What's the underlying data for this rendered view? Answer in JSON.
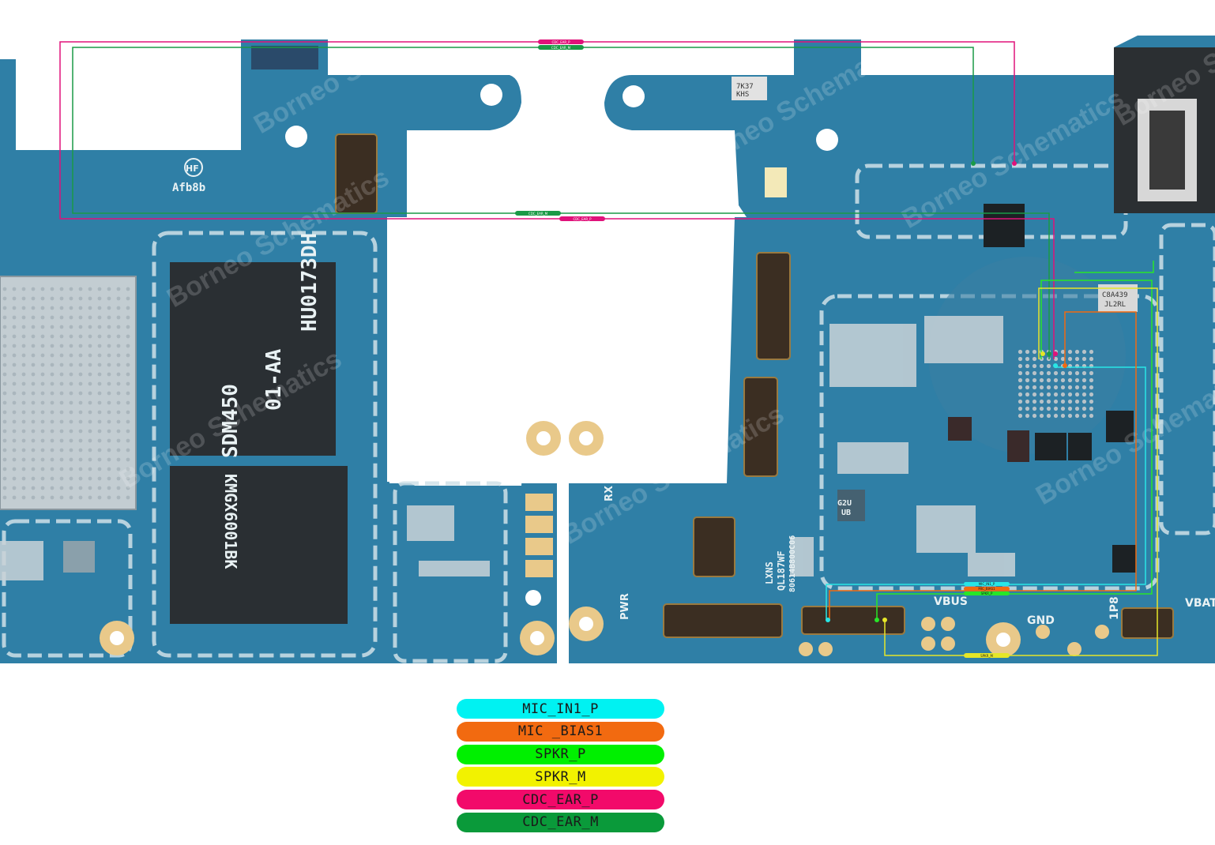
{
  "legend": [
    {
      "label": "MIC_IN1_P",
      "color": "#00f2f2"
    },
    {
      "label": "MIC _BIAS1",
      "color": "#f26a10"
    },
    {
      "label": "SPKR_P",
      "color": "#00f000"
    },
    {
      "label": "SPKR_M",
      "color": "#f2f200"
    },
    {
      "label": "CDC_EAR_P",
      "color": "#f20a6a"
    },
    {
      "label": "CDC_EAR_M",
      "color": "#0a9a3a"
    }
  ],
  "board_labels": {
    "hf": "HF",
    "afb8b": "Afb8b",
    "soc_line1": "SDM450",
    "soc_line2": "HU0173DH",
    "soc_line3": "01-AA",
    "mem_line1": "KMGX6001BK",
    "pwr": "PWR",
    "rx": "RX",
    "vbus": "VBUS",
    "gnd": "GND",
    "ip8": "1P8",
    "vbat": "VBAT",
    "chip_code": "LXNS",
    "chip_code2": "QL187WF",
    "chip_code3": "80614B800C06",
    "g2u": "G2U",
    "g2u2": "UB",
    "part_c": "C8A439",
    "part_c2": "JL2RL",
    "cam": "7K37",
    "cam2": "KHS"
  },
  "tags": {
    "top_ear_p": "CDC_EAR_P",
    "top_ear_m": "CDC_EAR_M",
    "mid_ear_m": "CDC_EAR_M",
    "mid_ear_p": "CDC_EAR_P",
    "conn_mic_in": "MIC_IN1_P",
    "conn_mic_bias": "MIC_BIAS1",
    "conn_spkr_p": "SPKR_P",
    "bottom_spkr_m": "SPKR_M"
  },
  "watermark": "Borneo Schematics"
}
